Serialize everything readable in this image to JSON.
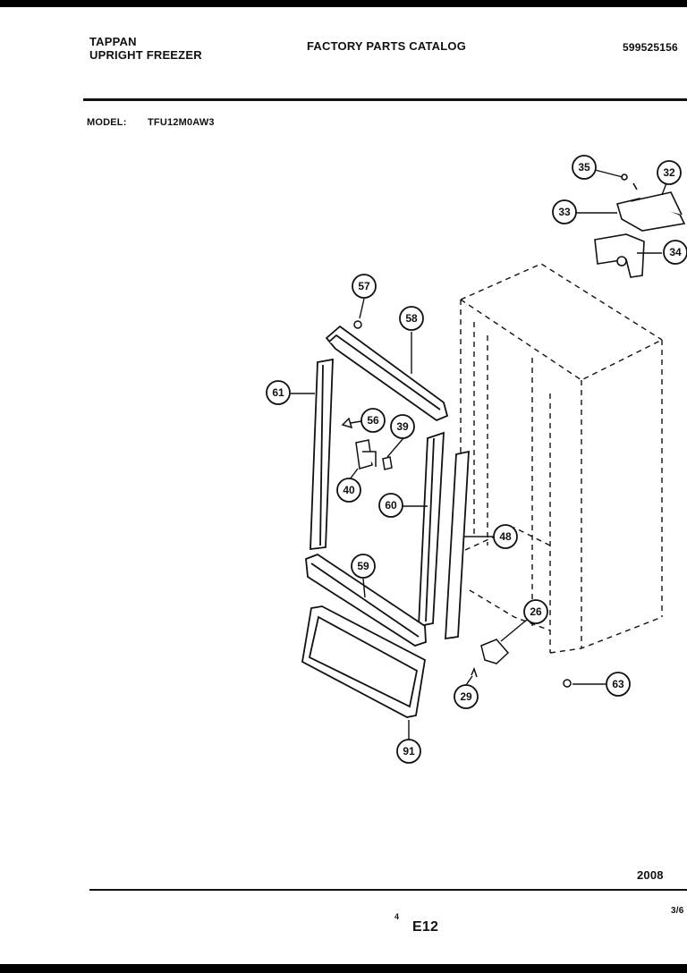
{
  "header": {
    "brand": "TAPPAN",
    "product": "UPRIGHT FREEZER",
    "catalog_title": "FACTORY PARTS CATALOG",
    "catalog_number": "5995251​56"
  },
  "model": {
    "label": "MODEL:",
    "value": "TFU12M0AW3"
  },
  "callouts": [
    "35",
    "32",
    "33",
    "34",
    "57",
    "58",
    "61",
    "56",
    "39",
    "40",
    "60",
    "48",
    "59",
    "26",
    "29",
    "63",
    "91"
  ],
  "footer": {
    "year_code": "2008",
    "page_small": "4",
    "page_code": "E12",
    "fraction": "3/6"
  }
}
